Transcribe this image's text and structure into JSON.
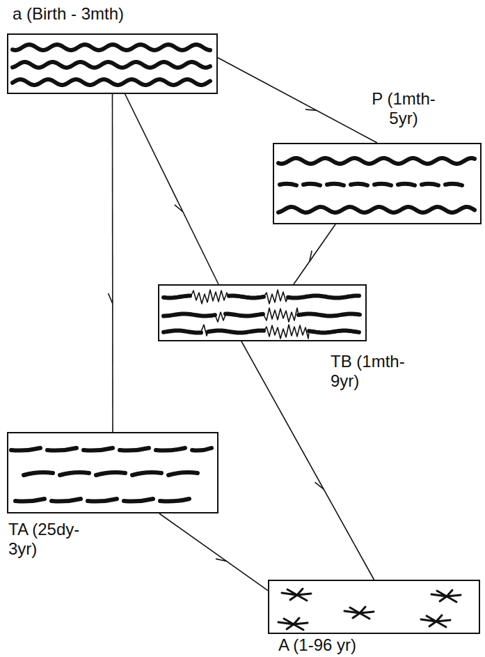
{
  "diagram": {
    "nodes": [
      {
        "text": [
          "a (Birth - 3mth)"
        ]
      },
      {
        "text": [
          "P (1mth-5yr)"
        ]
      },
      {
        "text": [
          "TB (1mth-9yr)"
        ]
      },
      {
        "text": [
          "TA (25dy-3yr)"
        ]
      },
      {
        "text": [
          "A (1-96 yr)"
        ]
      }
    ],
    "edges": [
      {
        "from": 0,
        "to": 1,
        "arrow": "to"
      },
      {
        "from": 0,
        "to": 2,
        "arrow": "to"
      },
      {
        "from": 0,
        "to": 3,
        "arrow": "to"
      },
      {
        "from": 1,
        "to": 2,
        "arrow": "to"
      },
      {
        "from": 2,
        "to": 4,
        "arrow": "to"
      },
      {
        "from": 3,
        "to": 4,
        "arrow": "to"
      }
    ]
  }
}
